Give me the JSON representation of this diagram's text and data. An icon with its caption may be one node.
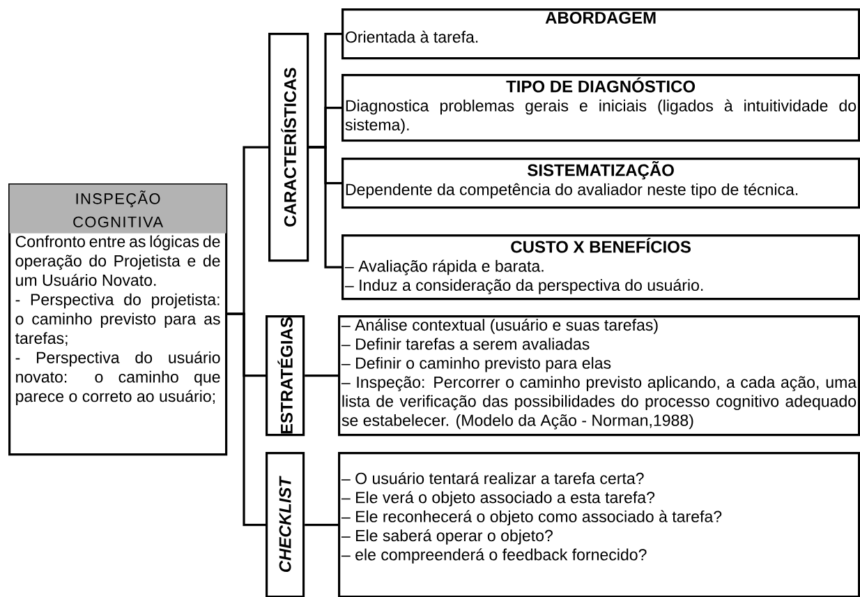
{
  "diagram": {
    "nodes": [
      {
        "text": [
          "INSPEÇÃO COGNITIVA",
          "Confronto entre as lógicas de operação do Projetista e de um Usuário Novato.",
          "- Perspectiva do projetista: o caminho previsto para as tarefas;",
          "- Perspectiva do usuário novato: o caminho que parece o correto ao usuário;"
        ]
      },
      {
        "text": [
          "CARACTERÍSTICAS"
        ]
      },
      {
        "text": [
          "ABORDAGEM",
          "Orientada à tarefa."
        ]
      },
      {
        "text": [
          "TIPO DE DIAGNÓSTICO",
          "Diagnostica problemas gerais e iniciais (ligados à intuitividade do sistema)."
        ]
      },
      {
        "text": [
          "SISTEMATIZAÇÃO",
          "Dependente da competência do avaliador neste tipo de técnica."
        ]
      },
      {
        "text": [
          "CUSTO X BENEFÍCIOS",
          "– Avaliação rápida e barata.",
          "– Induz a consideração da perspectiva do usuário."
        ]
      },
      {
        "text": [
          "ESTRATÉGIAS"
        ]
      },
      {
        "text": [
          "– Análise contextual (usuário e suas tarefas)",
          "– Definir tarefas a serem avaliadas",
          "– Definir o caminho previsto para elas",
          "–  Inspeção: Percorrer o caminho previsto aplicando, a cada ação, uma lista de verificação das possibilidades do processo cognitivo adequado se estabelecer. (Modelo da Ação - Norman,1988)"
        ]
      },
      {
        "text": [
          "CHECKLIST"
        ]
      },
      {
        "text": [
          "– O usuário tentará realizar a tarefa certa?",
          "– Ele verá o objeto associado a esta tarefa?",
          "– Ele reconhecerá o objeto como associado à tarefa?",
          "– Ele saberá operar o objeto?",
          "– ele compreenderá o feedback fornecido?"
        ]
      }
    ],
    "edges": [
      {
        "from": 0,
        "to": 1,
        "arrow": "none"
      },
      {
        "from": 0,
        "to": 6,
        "arrow": "none"
      },
      {
        "from": 0,
        "to": 8,
        "arrow": "none"
      },
      {
        "from": 1,
        "to": 2,
        "arrow": "none"
      },
      {
        "from": 1,
        "to": 3,
        "arrow": "none"
      },
      {
        "from": 1,
        "to": 4,
        "arrow": "none"
      },
      {
        "from": 1,
        "to": 5,
        "arrow": "none"
      },
      {
        "from": 6,
        "to": 7,
        "arrow": "none"
      },
      {
        "from": 8,
        "to": 9,
        "arrow": "none"
      }
    ]
  }
}
